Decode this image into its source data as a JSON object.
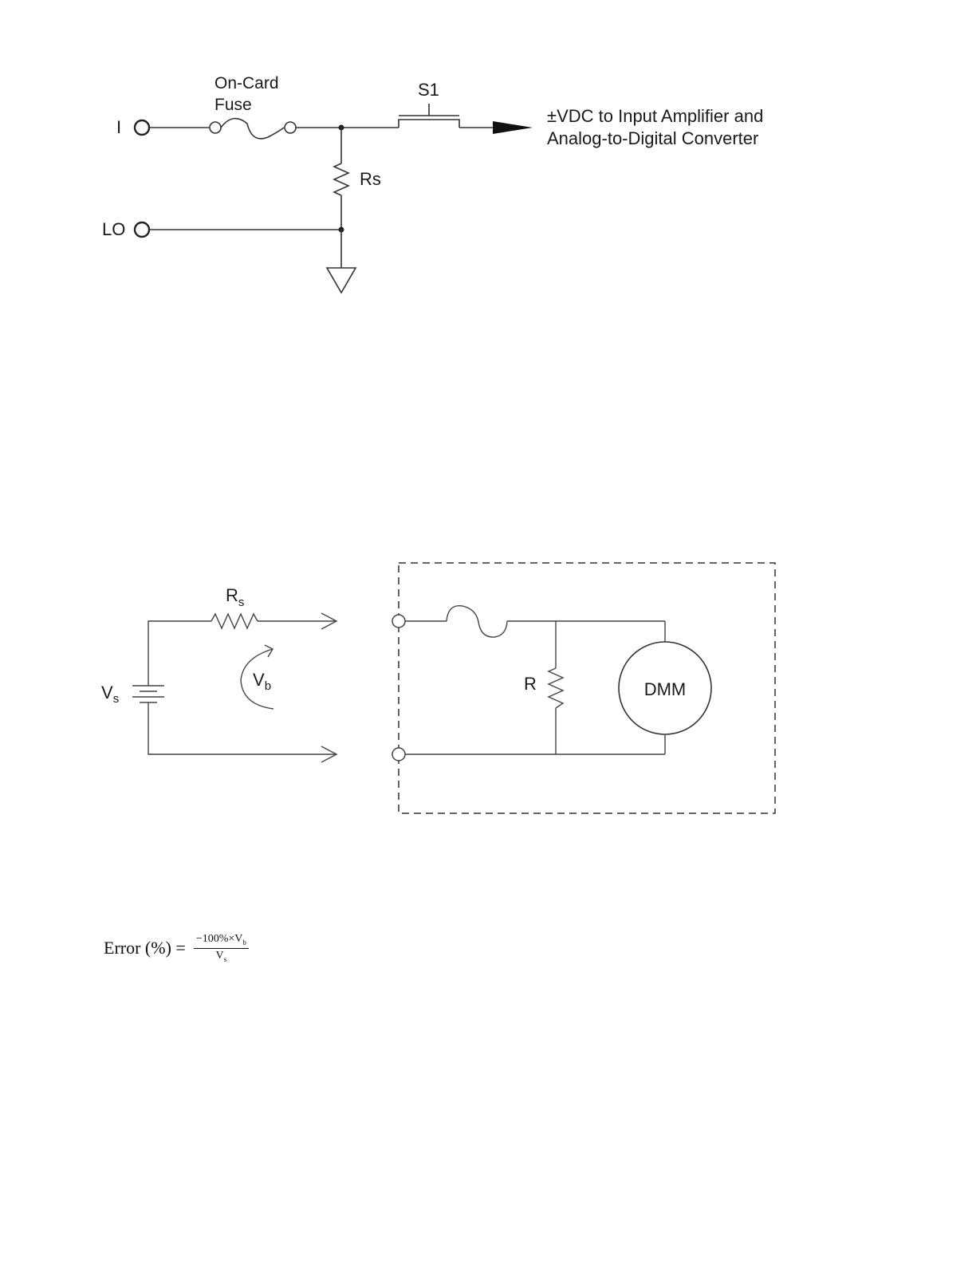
{
  "circuit1": {
    "terminal_i": "I",
    "terminal_lo": "LO",
    "fuse_label_line1": "On-Card",
    "fuse_label_line2": "Fuse",
    "switch_label": "S1",
    "resistor_label": "Rs",
    "output_label_line1": "±VDC to Input Amplifier and",
    "output_label_line2": "Analog-to-Digital Converter"
  },
  "circuit2": {
    "source_label": "V",
    "source_sub": "s",
    "series_resistor_label": "R",
    "series_resistor_sub": "s",
    "burden_label": "V",
    "burden_sub": "b",
    "shunt_label": "R",
    "meter_label": "DMM"
  },
  "formula": {
    "lhs": "Error  (%) =",
    "numerator": "−100%×V",
    "numerator_sub": "b",
    "denominator": "V",
    "denominator_sub": "s"
  },
  "colors": {
    "ink": "#1a1a1a",
    "wire": "#333333"
  }
}
